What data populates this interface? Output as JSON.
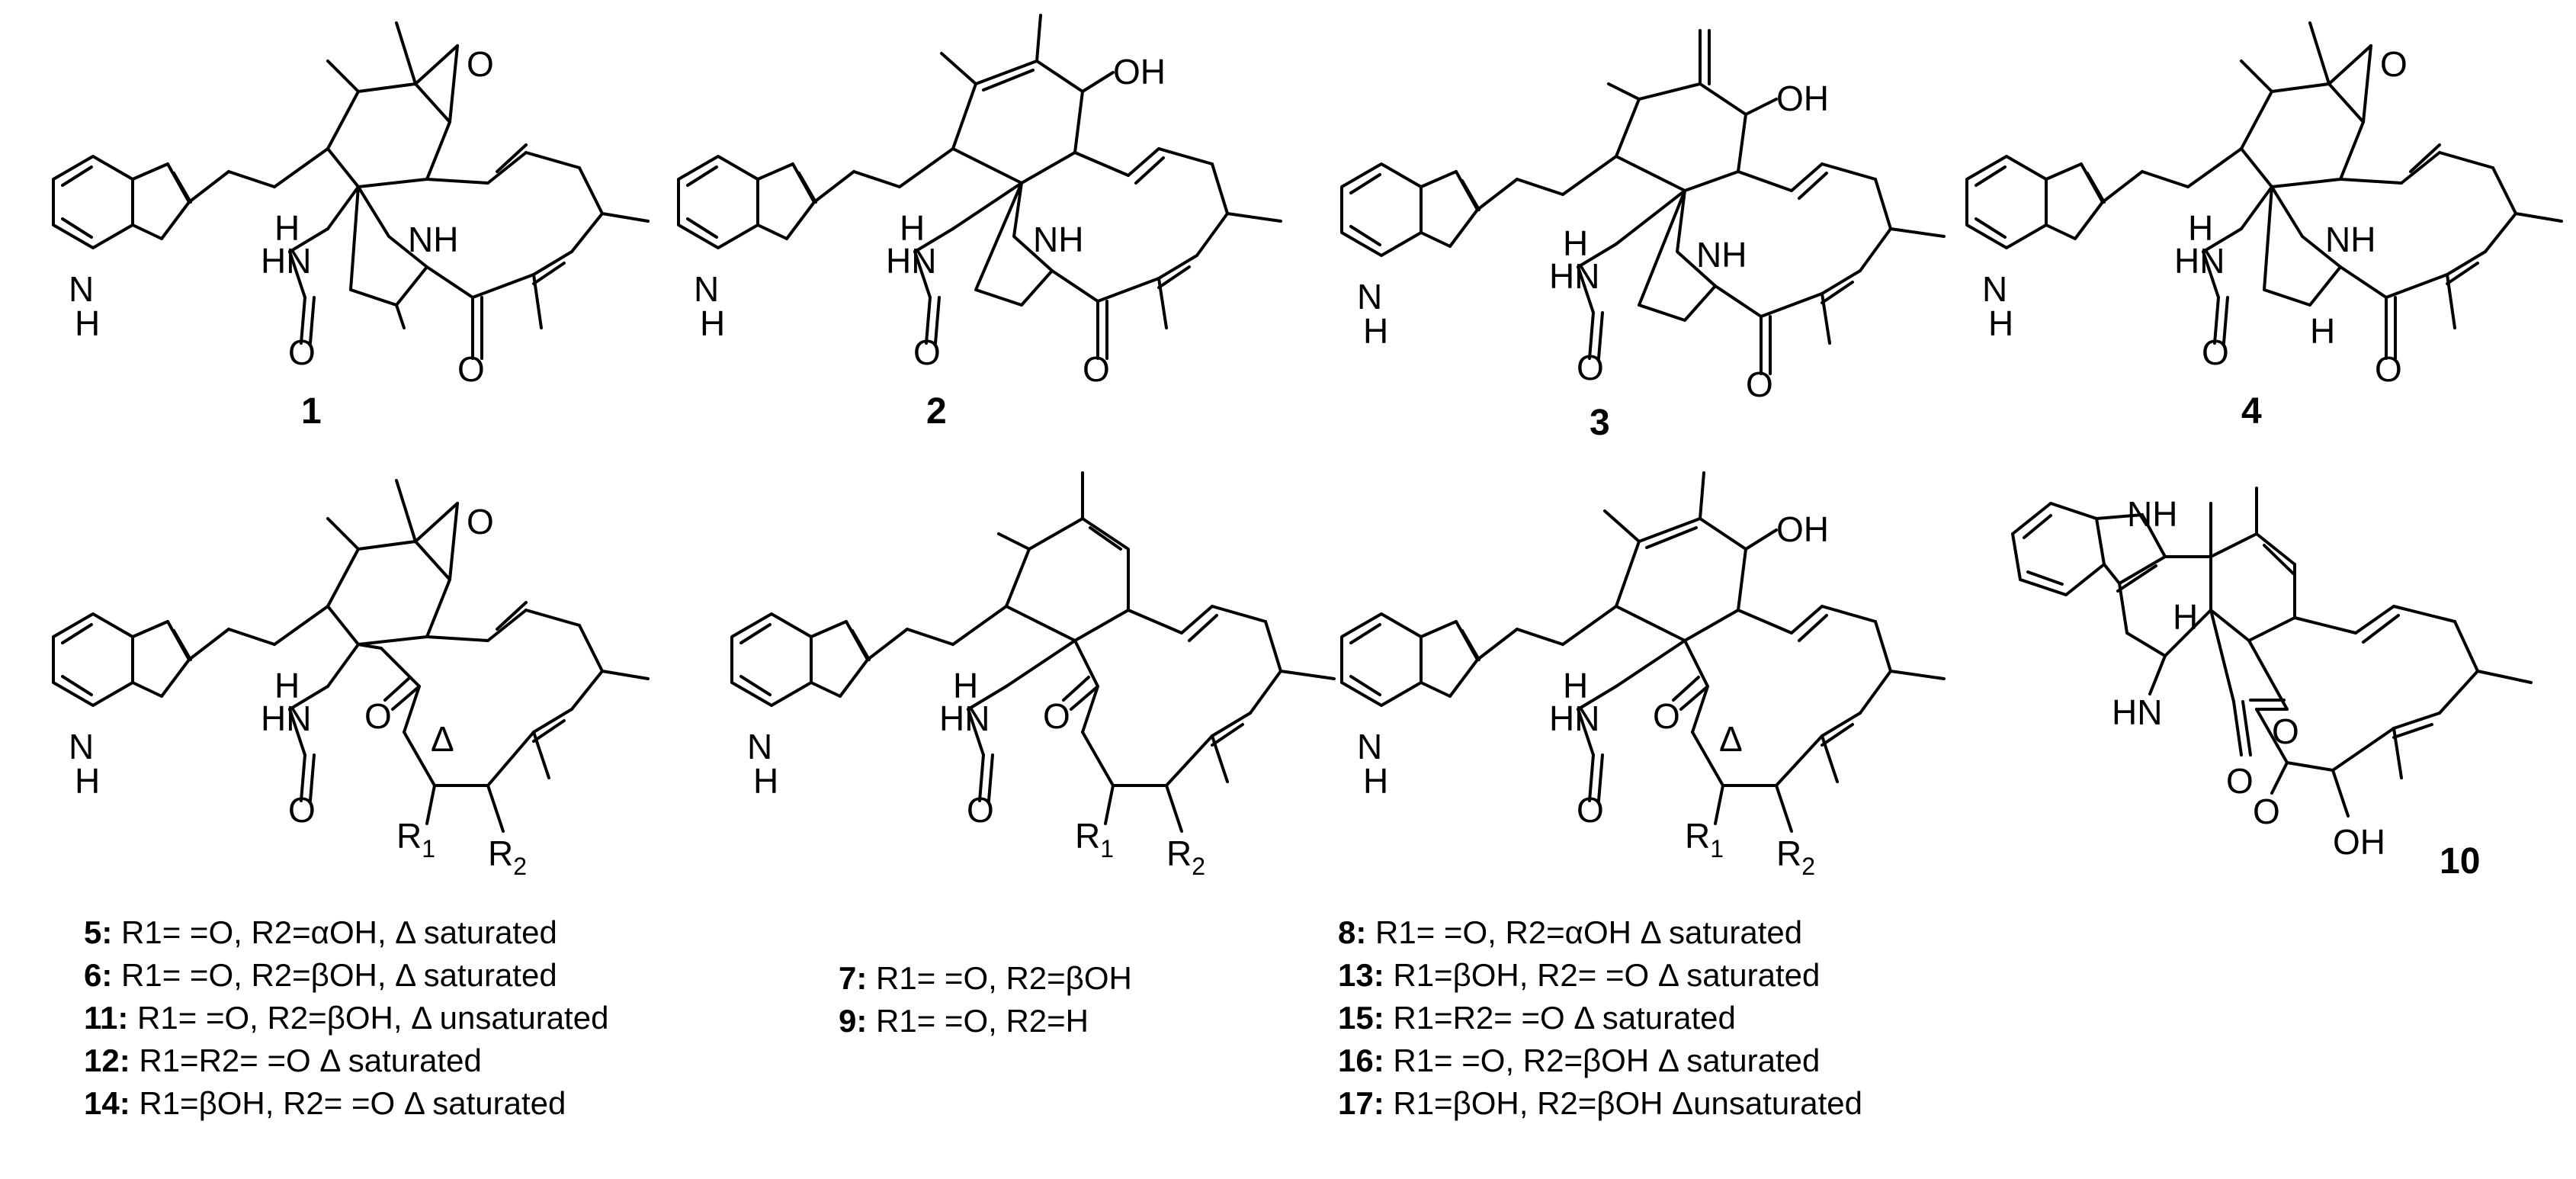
{
  "compounds": {
    "c1": "1",
    "c2": "2",
    "c3": "3",
    "c4": "4",
    "c10": "10"
  },
  "atoms": {
    "NH": "NH",
    "N": "N",
    "H": "H",
    "HN": "HN",
    "O": "O",
    "OH": "OH",
    "R1": "R",
    "R2": "R",
    "sub1": "1",
    "sub2": "2",
    "delta": "Δ"
  },
  "legend_left": [
    {
      "num": "5:",
      "text": " R1= =O, R2=αOH,  Δ saturated"
    },
    {
      "num": "6:",
      "text": " R1= =O, R2=βOH,  Δ saturated"
    },
    {
      "num": "11:",
      "text": " R1= =O, R2=βOH,  Δ unsaturated"
    },
    {
      "num": "12:",
      "text": " R1=R2= =O Δ saturated"
    },
    {
      "num": "14:",
      "text": " R1=βOH, R2= =O Δ saturated"
    }
  ],
  "legend_mid": [
    {
      "num": "7:",
      "text": " R1= =O, R2=βOH"
    },
    {
      "num": "9:",
      "text": " R1= =O, R2=H"
    }
  ],
  "legend_right": [
    {
      "num": "8:",
      "text": " R1= =O, R2=αOH  Δ saturated"
    },
    {
      "num": "13:",
      "text": " R1=βOH, R2= =O Δ saturated"
    },
    {
      "num": "15:",
      "text": " R1=R2= =O Δ saturated"
    },
    {
      "num": "16:",
      "text": " R1= =O,  R2=βOH Δ saturated"
    },
    {
      "num": "17:",
      "text": " R1=βOH, R2=βOH Δunsaturated"
    }
  ]
}
